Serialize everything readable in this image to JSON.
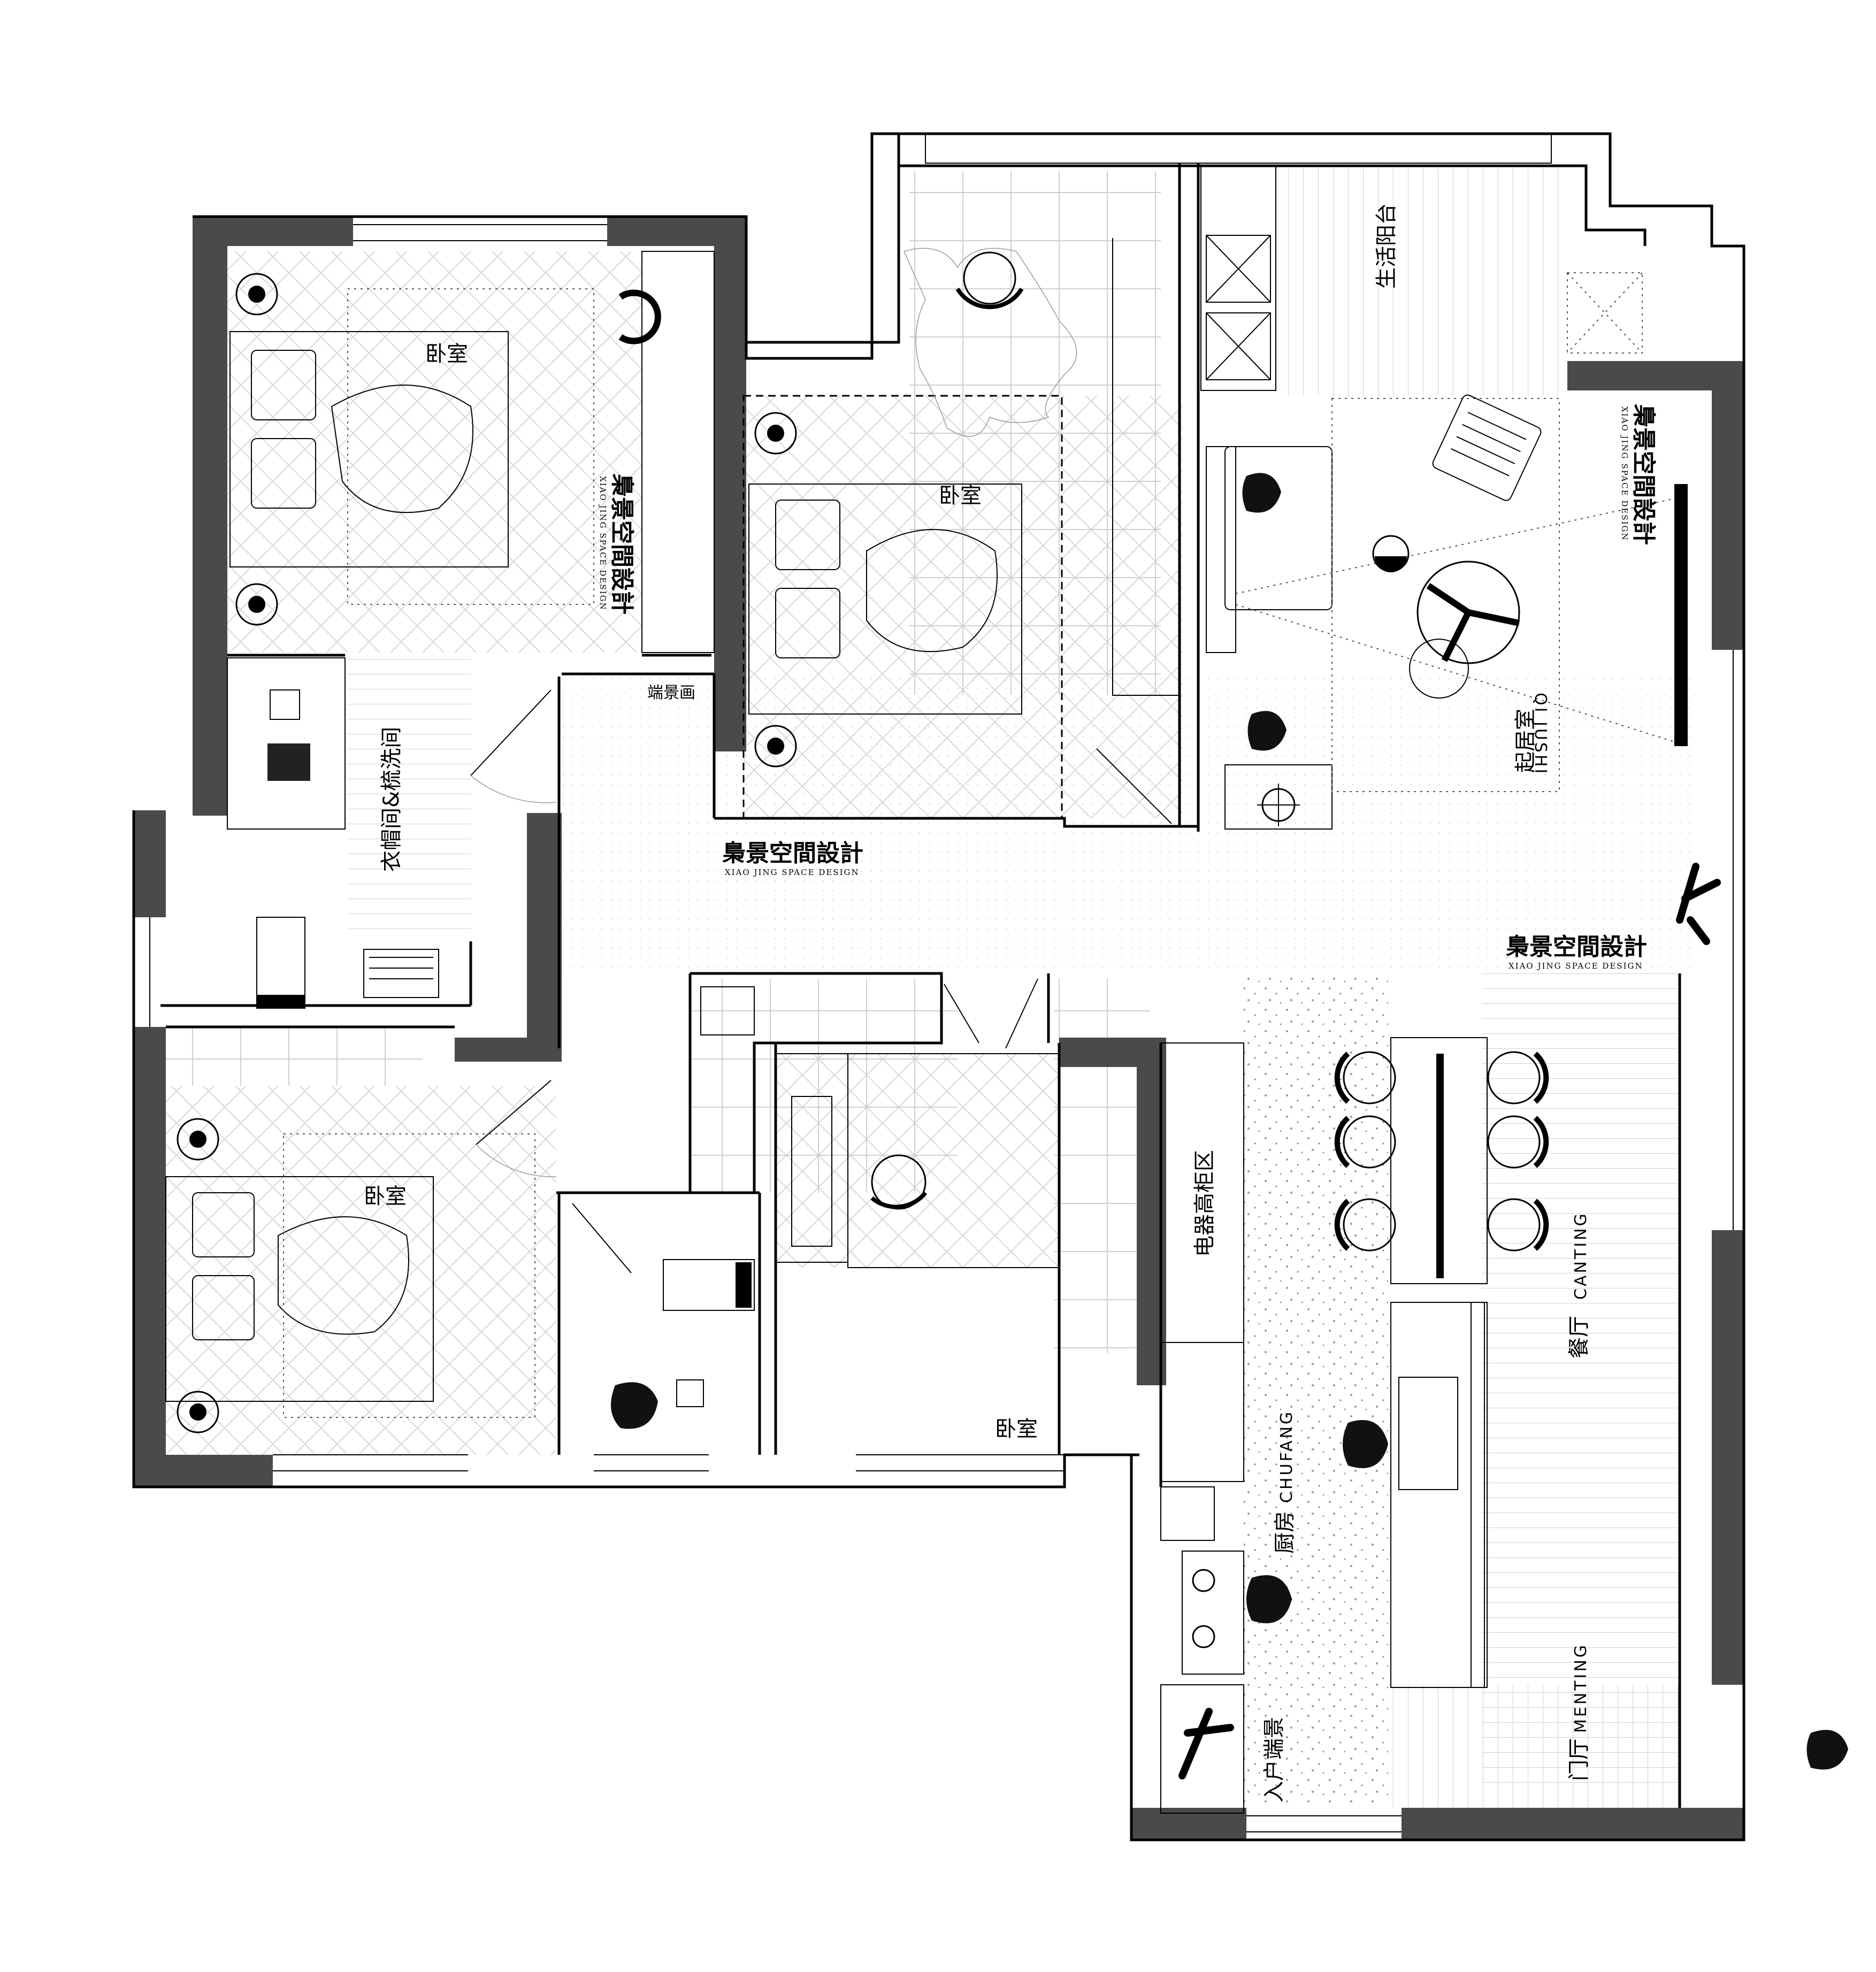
{
  "rooms": {
    "bedroom_tl": "卧室",
    "bedroom_center": "卧室",
    "bedroom_bl": "卧室",
    "bedroom_bc": "卧室",
    "closet": "衣帽间&梳洗间",
    "end_painting": "端景画",
    "balcony": "生活阳台",
    "living_cn": "起居室",
    "living_en": "QI JUSHI",
    "appliance": "电器高柜区",
    "dining_cn": "餐厅",
    "dining_en": "CANTING",
    "kitchen_cn": "厨房",
    "kitchen_en": "CHUFANG",
    "foyer_cn": "门厅",
    "foyer_en": "MENTING",
    "entry_view": "入户端景"
  },
  "brand": {
    "name": "梟景空間設計",
    "subtitle": "XIAO JING SPACE DESIGN"
  },
  "colors": {
    "wall": "#4a4a4a",
    "line": "#000000"
  }
}
